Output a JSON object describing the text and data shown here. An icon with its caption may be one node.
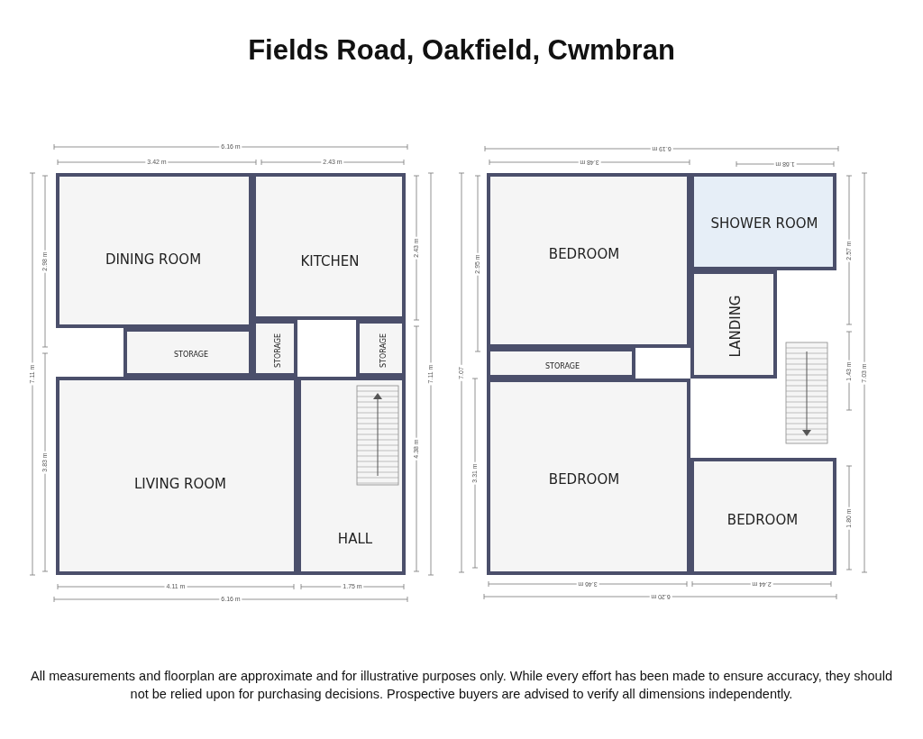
{
  "diagram": {
    "title": "Fields Road, Oakfield, Cwmbran",
    "caption": "All measurements and floorplan are approximate and for illustrative purposes only. While every effort has been made to ensure accuracy, they should not be relied upon for purchasing decisions. Prospective buyers are advised to verify all dimensions independently.",
    "nodes": [
      {
        "text": [
          "DINING ROOM"
        ]
      },
      {
        "text": [
          "KITCHEN"
        ]
      },
      {
        "text": [
          "STORAGE"
        ]
      },
      {
        "text": [
          "STORAGE"
        ]
      },
      {
        "text": [
          "STORAGE"
        ]
      },
      {
        "text": [
          "LIVING ROOM"
        ]
      },
      {
        "text": [
          "HALL"
        ]
      },
      {
        "text": [
          "BEDROOM"
        ]
      },
      {
        "text": [
          "SHOWER ROOM"
        ]
      },
      {
        "text": [
          "LANDING"
        ]
      },
      {
        "text": [
          "STORAGE"
        ]
      },
      {
        "text": [
          "BEDROOM"
        ]
      },
      {
        "text": [
          "BEDROOM"
        ]
      }
    ],
    "edges": [],
    "labels": [
      "6.16 m",
      "3.42 m",
      "2.43 m",
      "2.98 m",
      "7.11 m",
      "3.83 m",
      "2.43 m",
      "7.11 m",
      "4.38 m",
      "4.11 m",
      "1.75 m",
      "6.16 m",
      "6.19 m",
      "3.48 m",
      "1.68 m",
      "2.95 m",
      "7.07",
      "3.31 m",
      "2.57 m",
      "1.43 m",
      "7.03 m",
      "1.80 m",
      "3.46 m",
      "2.44 m",
      "6.20 m"
    ]
  }
}
